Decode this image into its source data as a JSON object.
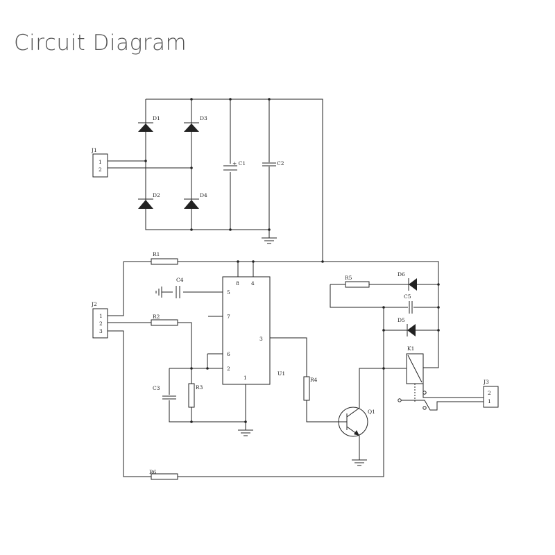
{
  "title": "Circuit Diagram",
  "labels": {
    "j1": "J1",
    "j1_pin1": "1",
    "j1_pin2": "2",
    "d1": "D1",
    "d2": "D2",
    "d3": "D3",
    "d4": "D4",
    "c1": "+ C1",
    "c2": "C2",
    "r1": "R1",
    "r2": "R2",
    "r3": "R3",
    "r4": "R4",
    "r5": "R5",
    "r6": "R6",
    "c3": "C3",
    "c4": "C4",
    "c5": "C5",
    "u1": "U1",
    "u1_pin8": "8",
    "u1_pin4": "4",
    "u1_pin5": "5",
    "u1_pin7": "7",
    "u1_pin6": "6",
    "u1_pin2": "2",
    "u1_pin3": "3",
    "u1_pin1": "1",
    "j2": "J2",
    "j2_pin1": "1",
    "j2_pin2": "2",
    "j2_pin3": "3",
    "d5": "D5",
    "d6": "D6",
    "k1": "K1",
    "q1": "Q1",
    "j3": "J3",
    "j3_pin2": "2",
    "j3_pin1": "1"
  },
  "colors": {
    "ink": "#222222",
    "title": "#555555",
    "background": "#ffffff"
  }
}
